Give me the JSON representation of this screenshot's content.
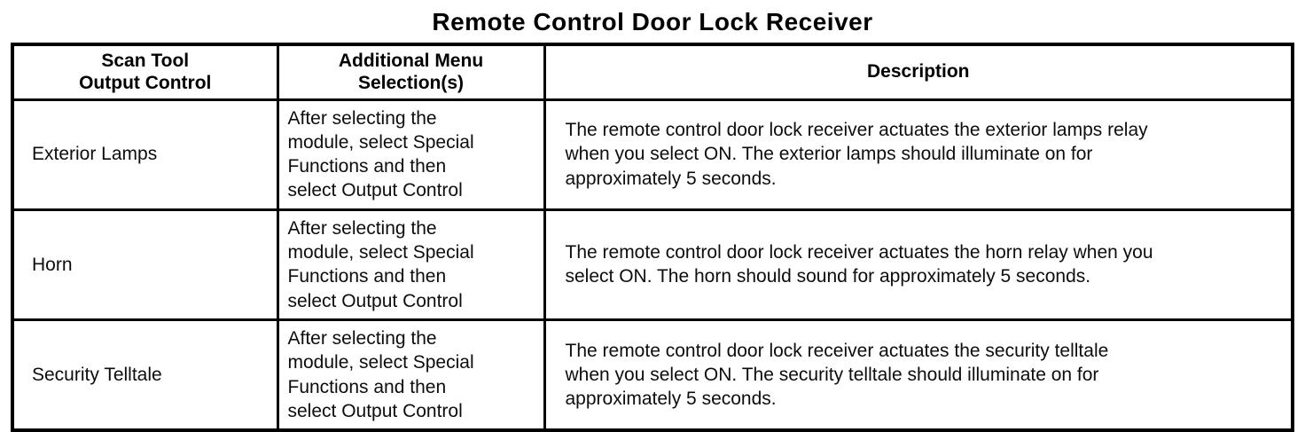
{
  "title": "Remote Control Door Lock Receiver",
  "table": {
    "headers": [
      {
        "label": "Scan Tool\nOutput Control"
      },
      {
        "label": "Additional Menu\nSelection(s)"
      },
      {
        "label": "Description"
      }
    ],
    "rows": [
      {
        "output_control": "Exterior Lamps",
        "menu_selection": "After selecting the\nmodule, select Special\nFunctions and then\nselect Output Control",
        "description": "The remote control door lock receiver actuates the exterior lamps relay\nwhen you select ON. The exterior lamps should illuminate on for\napproximately 5 seconds."
      },
      {
        "output_control": "Horn",
        "menu_selection": "After selecting the\nmodule, select Special\nFunctions and then\nselect Output Control",
        "description": "The remote control door lock receiver actuates the horn relay when you\nselect ON. The horn should sound for approximately 5 seconds."
      },
      {
        "output_control": "Security Telltale",
        "menu_selection": "After selecting the\nmodule, select Special\nFunctions and then\nselect Output Control",
        "description": "The remote control door lock receiver actuates the security telltale\nwhen you select ON. The security telltale should illuminate on for\napproximately 5 seconds."
      }
    ]
  }
}
